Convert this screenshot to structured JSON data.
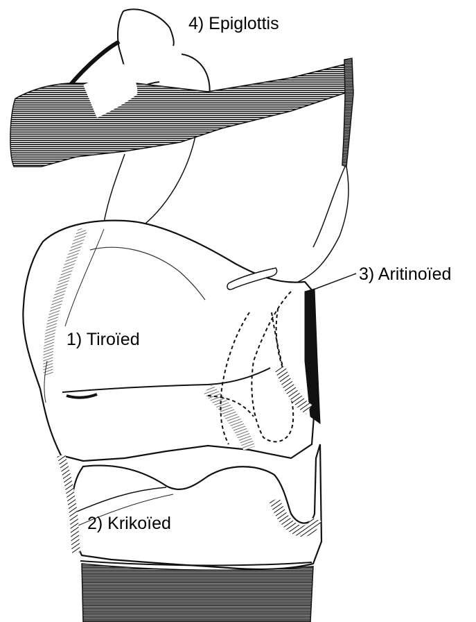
{
  "labels": {
    "epiglottis": "4) Epiglottis",
    "tiroied": "1) Tiroïed",
    "krikoied": "2) Krikoïed",
    "aritinoied": "3) Aritinoïed"
  },
  "colors": {
    "ink": "#111111",
    "paper": "#ffffff"
  }
}
